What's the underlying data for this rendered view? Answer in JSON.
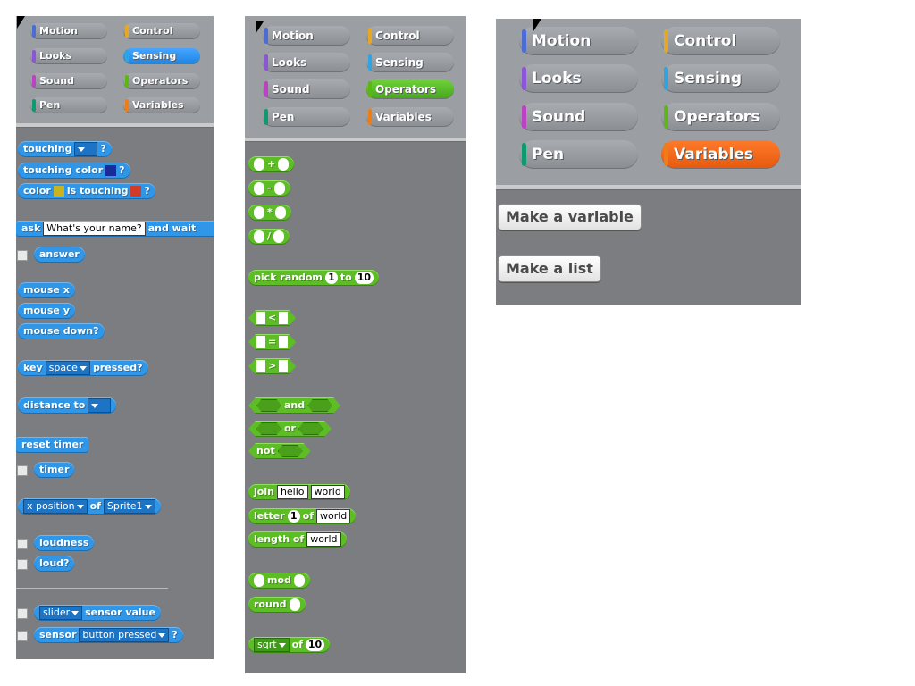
{
  "categories": {
    "motion": "Motion",
    "control": "Control",
    "looks": "Looks",
    "sensing": "Sensing",
    "sound": "Sound",
    "operators": "Operators",
    "pen": "Pen",
    "variables": "Variables"
  },
  "category_colors": {
    "motion": "#4a6cd4",
    "control": "#e6a822",
    "looks": "#8a55d7",
    "sensing": "#2ca5e2",
    "sound": "#bb42c3",
    "operators": "#5cb712",
    "pen": "#0e9a6c",
    "variables": "#ee7d16"
  },
  "sensing": {
    "touching": "touching",
    "q": "?",
    "touching_color": "touching color",
    "touching_color_swatch": "#1a2a9a",
    "color": "color",
    "is_touching": "is touching",
    "color_swatch_a": "#c8b320",
    "color_swatch_b": "#d23a2a",
    "ask": "ask",
    "ask_default": "What's your name?",
    "and_wait": "and wait",
    "answer": "answer",
    "mouse_x": "mouse x",
    "mouse_y": "mouse y",
    "mouse_down": "mouse down?",
    "key": "key",
    "key_value": "space",
    "pressed": "pressed?",
    "distance_to": "distance to",
    "reset_timer": "reset timer",
    "timer": "timer",
    "x_position": "x position",
    "of": "of",
    "sprite1": "Sprite1",
    "loudness": "loudness",
    "loud": "loud?",
    "slider": "slider",
    "sensor_value": "sensor value",
    "sensor": "sensor",
    "button_pressed": "button pressed"
  },
  "operators": {
    "plus": "+",
    "minus": "-",
    "times": "*",
    "divide": "/",
    "pick_random": "pick random",
    "to": "to",
    "rand_from": "1",
    "rand_to": "10",
    "lt": "<",
    "eq": "=",
    "gt": ">",
    "and": "and",
    "or": "or",
    "not": "not",
    "join": "join",
    "hello": "hello",
    "world": "world",
    "letter": "letter",
    "letter_n": "1",
    "of": "of",
    "length_of": "length of",
    "mod": "mod",
    "round": "round",
    "sqrt": "sqrt",
    "sqrt_val": "10"
  },
  "variables": {
    "make_variable": "Make a variable",
    "make_list": "Make a list"
  }
}
